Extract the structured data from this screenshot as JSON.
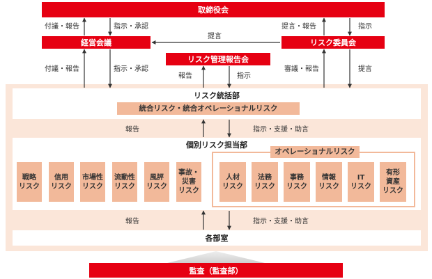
{
  "top": {
    "board": "取締役会",
    "management": "経営会議",
    "risk_committee": "リスク委員会",
    "risk_report_meeting": "リスク管理報告会",
    "audit": "監査（監査部）"
  },
  "labels": {
    "board_mgmt_up": "付議・報告",
    "board_mgmt_down": "指示・承認",
    "proposal": "提言",
    "board_rc_up": "提言・報告",
    "board_rc_down": "指示",
    "mgmt_down_up": "付議・報告",
    "mgmt_down_down": "指示・承認",
    "rrm_up": "報告",
    "rrm_down": "指示",
    "rc_down_up": "審議・報告",
    "rc_down_down": "提言",
    "mid_up": "報告",
    "mid_down": "指示・支援・助言",
    "low_up": "報告",
    "low_down": "指示・支援・助言"
  },
  "risk_dept": {
    "title": "リスク統括部",
    "integrated": "統合リスク・統合オペレーショナルリスク"
  },
  "individual": {
    "title": "個別リスク担当部",
    "risks": [
      "戦略\nリスク",
      "信用\nリスク",
      "市場性\nリスク",
      "流動性\nリスク",
      "風評\nリスク",
      "事故・\n災害\nリスク"
    ],
    "operational_title": "オペレーショナルリスク",
    "operational": [
      "人材\nリスク",
      "法務\nリスク",
      "事務\nリスク",
      "情報\nリスク",
      "IT\nリスク",
      "有形\n資産\nリスク"
    ]
  },
  "departments": "各部室",
  "colors": {
    "red": "#e60012",
    "salmon": "#f2b99a",
    "outer": "#fbe6d9"
  }
}
